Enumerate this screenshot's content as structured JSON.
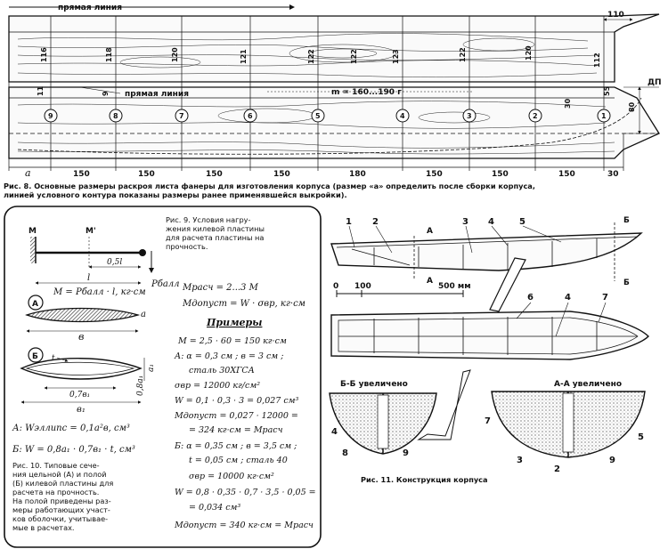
{
  "fig8": {
    "straight_line_top": "прямая линия",
    "straight_line_mid": "прямая линия",
    "mass_label": "m = 160...190 г",
    "dp_label": "ДП",
    "frame_numbers": [
      "9",
      "8",
      "7",
      "6",
      "5",
      "4",
      "3",
      "2",
      "1"
    ],
    "height_dims": [
      "116",
      "118",
      "120",
      "121",
      "122",
      "122",
      "123",
      "122",
      "120",
      "112"
    ],
    "lower_dims": [
      "11",
      "9",
      "55",
      "30",
      "80"
    ],
    "top_right_dim": "110",
    "bottom_dims": [
      "a",
      "150",
      "150",
      "150",
      "150",
      "180",
      "150",
      "150",
      "150",
      "30"
    ],
    "caption": [
      "Рис. 8. Основные размеры раскроя листа фанеры для изготовления корпуса (размер «а» определить после сборки корпуса,",
      "линией условного контура показаны размеры ранее применявшейся выкройки)."
    ]
  },
  "fig9": {
    "caption": [
      "Рис. 9. Условия нагру-",
      "жения килевой пластины",
      "для расчета пластины на",
      "прочность."
    ],
    "label_M": "M",
    "label_Mprime": "M'",
    "label_05l": "0,5l",
    "label_l": "l",
    "label_P": "Pбалл",
    "formula_M": "M = Pбалл · l, кг·см",
    "M_calc": "Mрасч = 2...3 M",
    "M_allow": "Mдопуст = W · σвр, кг·см",
    "examples_title": "Примеры",
    "ex_M": "M = 2,5 · 60 = 150 кг·см",
    "exA_1": "А:  α = 0,3 см ;  в = 3 см ;",
    "exA_2": "сталь 30ХГСА",
    "exA_3": "σвр = 12000 кг/см²",
    "exA_4": "W = 0,1 · 0,3 · 3 = 0,027 см³",
    "exA_5": "Mдопуст = 0,027 · 12000 =",
    "exA_6": "= 324 кг·см = Mрасч",
    "exB_1": "Б:  α = 0,35 см ;  в = 3,5 см ;",
    "exB_2": "t = 0,05 см ;  сталь 40",
    "exB_3": "σвр = 10000 кг·см²",
    "exB_4": "W = 0,8 · 0,35 · 0,7 · 3,5 · 0,05 =",
    "exB_5": "= 0,034 см³",
    "exB_6": "Mдопуст = 340 кг·см = Mрасч"
  },
  "fig10": {
    "label_A": "А",
    "label_B": "Б",
    "label_a": "a",
    "label_v": "в",
    "label_a1": "a₁",
    "label_08a1": "0,8a₁",
    "label_078": "0,7в₁",
    "label_v1": "в₁",
    "label_t": "t",
    "formula_A": "А:   Wэллипс = 0,1a²в, см³",
    "formula_B": "Б:   W = 0,8a₁ · 0,7в₁ · t, см³",
    "caption": [
      "Рис. 10. Типовые сече-",
      "ния цельной (А) и полой",
      "(Б) килевой пластины для",
      "расчета на прочность.",
      "На полой приведены раз-",
      "меры работающих участ-",
      "ков оболочки, учитывае-",
      "мые в расчетах."
    ]
  },
  "fig11": {
    "side_numbers": [
      "1",
      "2",
      "3",
      "4",
      "5"
    ],
    "plan_numbers": [
      "6",
      "7",
      "4"
    ],
    "section_A": "А",
    "section_B": "Б",
    "scale_0": "0",
    "scale_100": "100",
    "scale_500": "500 мм",
    "bb_title": "Б-Б  увеличено",
    "aa_title": "А-А  увеличено",
    "bb_numbers": [
      "4",
      "8",
      "9"
    ],
    "aa_numbers": [
      "7",
      "2",
      "5",
      "3",
      "9"
    ],
    "caption": "Рис. 11. Конструкция корпуса"
  }
}
